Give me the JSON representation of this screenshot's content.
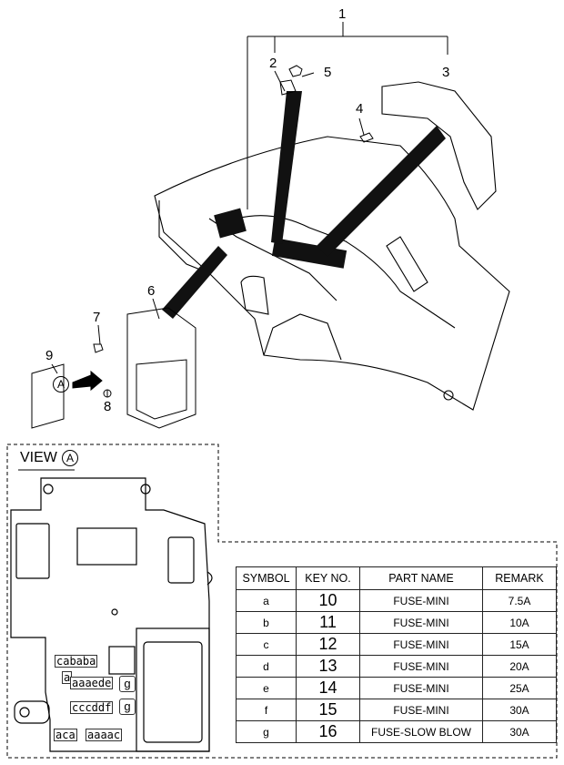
{
  "callouts": [
    "1",
    "2",
    "3",
    "4",
    "5",
    "6",
    "7",
    "8",
    "9"
  ],
  "view": {
    "label": "VIEW",
    "marker": "A"
  },
  "arrow_marker": "A",
  "fuse_labels": {
    "row1": "cababa",
    "row2a": "a",
    "row2": "aaaede",
    "row3": "cccddf",
    "row4a": "aca",
    "row4b": "aaaac",
    "g1": "g",
    "g2": "g"
  },
  "table": {
    "headers": [
      "SYMBOL",
      "KEY NO.",
      "PART NAME",
      "REMARK"
    ],
    "rows": [
      {
        "symbol": "a",
        "key": "10",
        "name": "FUSE-MINI",
        "remark": "7.5A"
      },
      {
        "symbol": "b",
        "key": "11",
        "name": "FUSE-MINI",
        "remark": "10A"
      },
      {
        "symbol": "c",
        "key": "12",
        "name": "FUSE-MINI",
        "remark": "15A"
      },
      {
        "symbol": "d",
        "key": "13",
        "name": "FUSE-MINI",
        "remark": "20A"
      },
      {
        "symbol": "e",
        "key": "14",
        "name": "FUSE-MINI",
        "remark": "25A"
      },
      {
        "symbol": "f",
        "key": "15",
        "name": "FUSE-MINI",
        "remark": "30A"
      },
      {
        "symbol": "g",
        "key": "16",
        "name": "FUSE-SLOW BLOW",
        "remark": "30A"
      }
    ]
  }
}
